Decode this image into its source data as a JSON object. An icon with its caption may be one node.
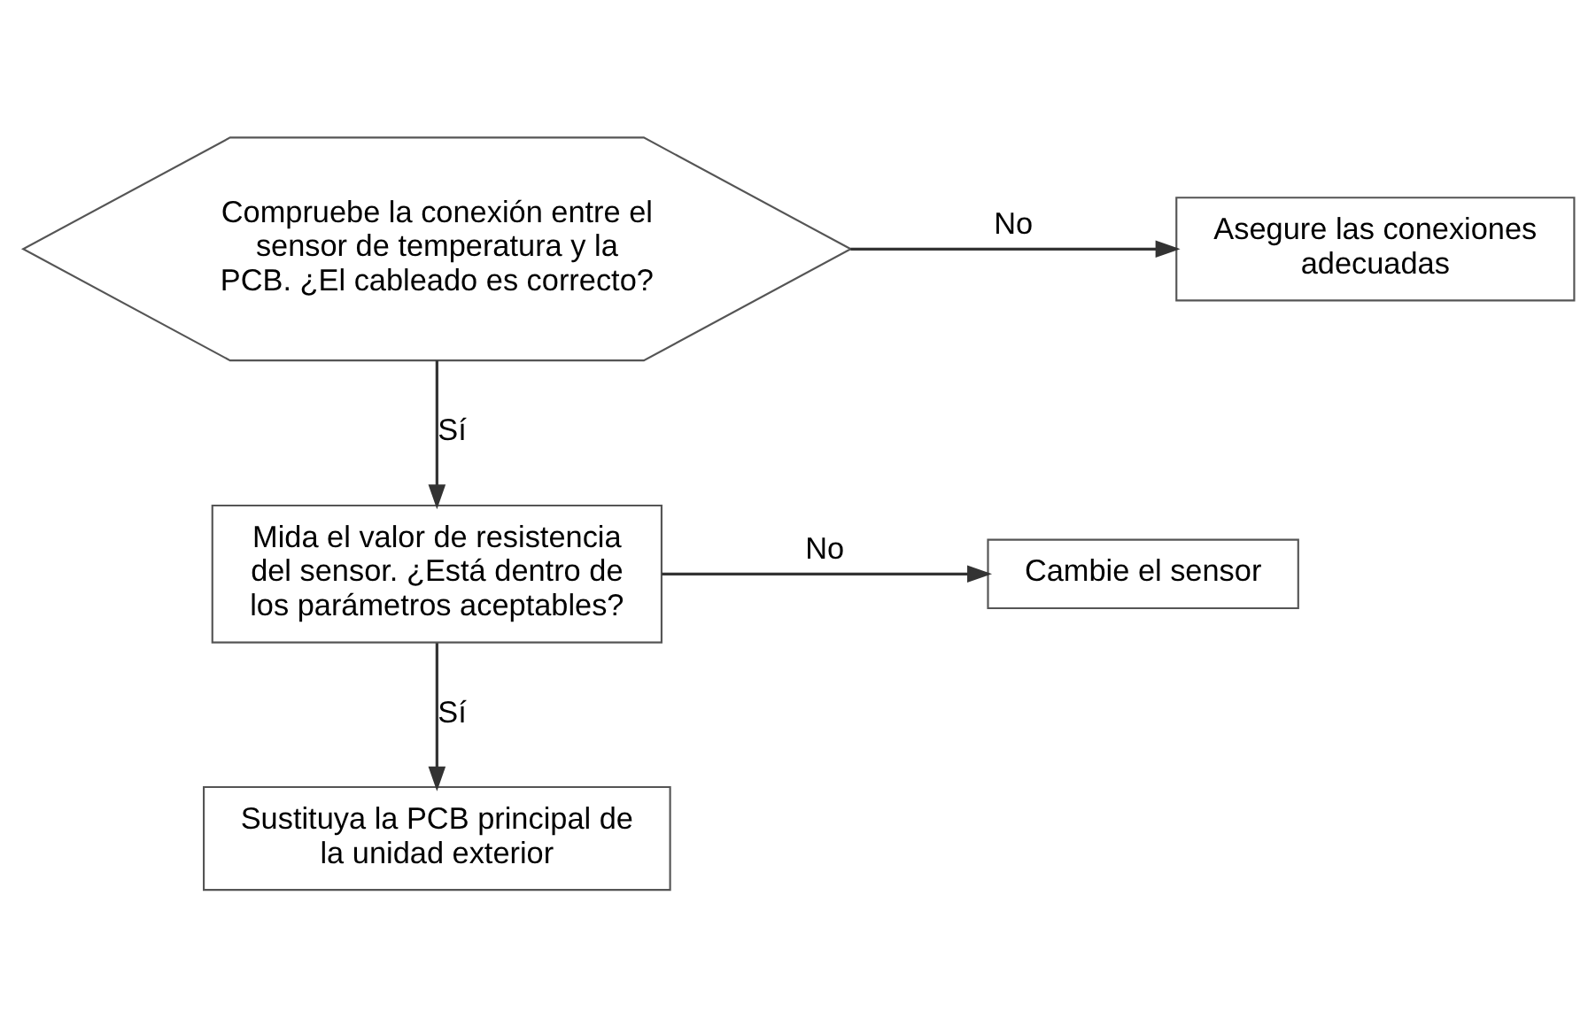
{
  "diagram": {
    "nodes": [
      {
        "text": [
          "Compruebe la conexión entre el sensor de temperatura y la PCB. ¿El cableado es correcto?"
        ]
      },
      {
        "text": [
          "Asegure las conexiones adecuadas"
        ]
      },
      {
        "text": [
          "Mida el valor de resistencia del sensor. ¿Está dentro de los parámetros aceptables?"
        ]
      },
      {
        "text": [
          "Cambie el sensor"
        ]
      },
      {
        "text": [
          "Sustituya la PCB principal de la unidad exterior"
        ]
      }
    ],
    "edges": [
      {
        "from": 0,
        "to": 1,
        "arrow": "to",
        "label": "No"
      },
      {
        "from": 0,
        "to": 2,
        "arrow": "to",
        "label": "Sí"
      },
      {
        "from": 2,
        "to": 3,
        "arrow": "to",
        "label": "No"
      },
      {
        "from": 2,
        "to": 4,
        "arrow": "to",
        "label": "Sí"
      }
    ]
  }
}
